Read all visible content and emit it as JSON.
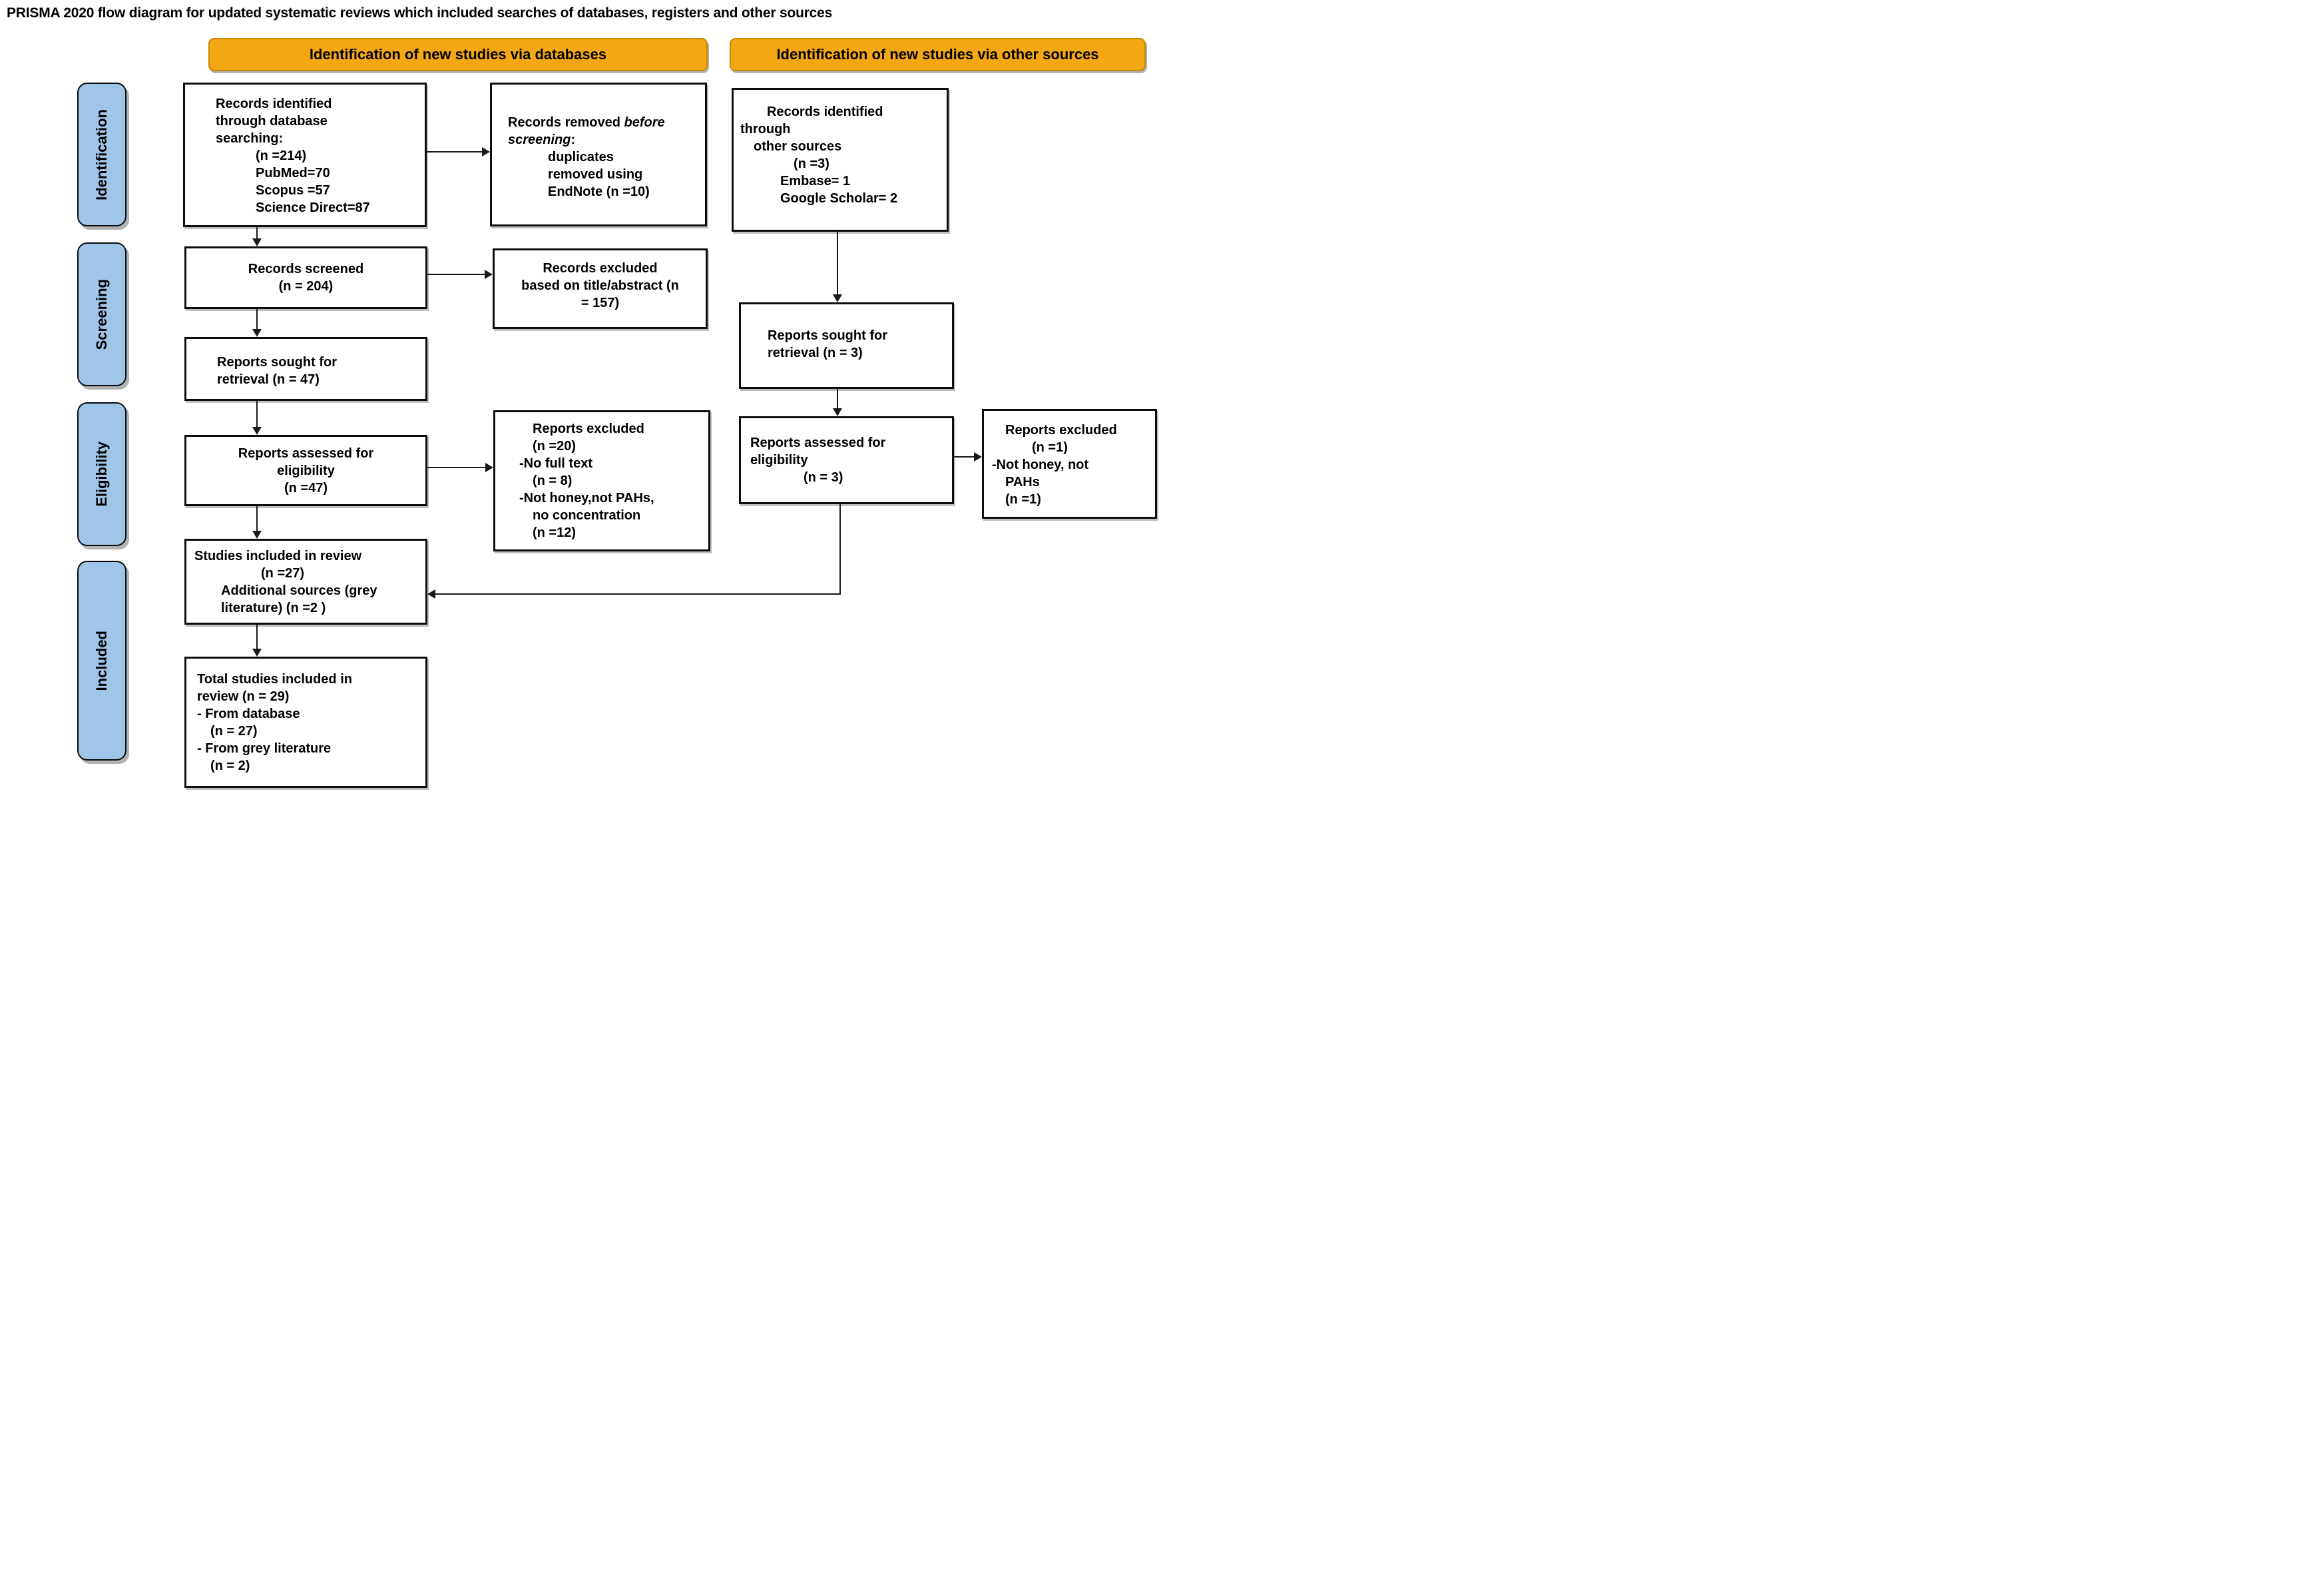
{
  "title": "PRISMA 2020 flow diagram for updated systematic reviews which included searches of databases, registers and other sources",
  "banners": [
    {
      "id": "databases",
      "label": "Identification of new studies via databases"
    },
    {
      "id": "other_sources",
      "label": "Identification of new studies via other sources"
    }
  ],
  "stages": [
    "Identification",
    "Screening",
    "Eligibility",
    "Included"
  ],
  "boxes": {
    "records_db": {
      "lines": [
        {
          "t": "Records identified"
        },
        {
          "t": "through database"
        },
        {
          "t": "searching:"
        },
        {
          "t": "(n =214)",
          "in": 3
        },
        {
          "t": "PubMed=70",
          "in": 3
        },
        {
          "t": "Scopus =57",
          "in": 3
        },
        {
          "t": "Science Direct=87",
          "in": 3
        }
      ]
    },
    "records_removed": {
      "lines": [
        {
          "segs": [
            {
              "t": "Records removed "
            },
            {
              "t": "before",
              "i": true
            }
          ]
        },
        {
          "segs": [
            {
              "t": "screening",
              "i": true
            },
            {
              "t": ":"
            }
          ]
        },
        {
          "t": "duplicates",
          "in": 3
        },
        {
          "t": "removed using",
          "in": 3
        },
        {
          "t": "EndNote (n =10)",
          "in": 3
        }
      ]
    },
    "records_other": {
      "lines": [
        {
          "t": "Records identified",
          "in": 2
        },
        {
          "t": "through"
        },
        {
          "t": "other sources",
          "in": 1
        },
        {
          "t": "(n =3)",
          "in": 4
        },
        {
          "t": "Embase= 1",
          "in": 3
        },
        {
          "t": "Google Scholar= 2",
          "in": 3
        }
      ]
    },
    "records_screened": {
      "lines": [
        {
          "t": "Records screened"
        },
        {
          "t": "(n = 204)"
        }
      ]
    },
    "records_excluded": {
      "lines": [
        {
          "t": "Records excluded"
        },
        {
          "t": "based on title/abstract (n"
        },
        {
          "t": "= 157)"
        }
      ]
    },
    "reports_sought_db": {
      "lines": [
        {
          "t": "Reports sought for"
        },
        {
          "t": "retrieval (n = 47)"
        }
      ]
    },
    "reports_assessed_db": {
      "lines": [
        {
          "t": "Reports assessed for"
        },
        {
          "t": "eligibility"
        },
        {
          "t": "(n =47)"
        }
      ]
    },
    "reports_excluded_db": {
      "lines": [
        {
          "t": "Reports excluded",
          "in": 1
        },
        {
          "t": "(n =20)",
          "in": 1
        },
        {
          "t": "-No full text"
        },
        {
          "t": "(n = 8)",
          "in": 1
        },
        {
          "t": "-Not honey,not PAHs,"
        },
        {
          "t": "no concentration",
          "in": 1
        },
        {
          "t": "(n =12)",
          "in": 1
        }
      ]
    },
    "studies_included": {
      "lines": [
        {
          "t": "Studies included in review"
        },
        {
          "t": "(n =27)",
          "in": 5
        },
        {
          "t": "Additional sources (grey",
          "in": 2
        },
        {
          "t": "literature) (n =2 )",
          "in": 2
        }
      ]
    },
    "total_included": {
      "lines": [
        {
          "t": "Total studies included in"
        },
        {
          "t": "review (n = 29)"
        },
        {
          "t": "- From database"
        },
        {
          "t": "(n = 27)",
          "in": 1
        },
        {
          "t": "- From grey literature"
        },
        {
          "t": "(n = 2)",
          "in": 1
        }
      ]
    },
    "reports_sought_other": {
      "lines": [
        {
          "t": "Reports sought for"
        },
        {
          "t": "retrieval (n = 3)"
        }
      ]
    },
    "reports_assessed_other": {
      "lines": [
        {
          "t": "Reports assessed for"
        },
        {
          "t": "eligibility"
        },
        {
          "t": "(n = 3)",
          "in": 4
        }
      ]
    },
    "reports_excluded_other": {
      "lines": [
        {
          "t": "Reports excluded",
          "in": 1
        },
        {
          "t": "(n =1)",
          "in": 3
        },
        {
          "t": "-Not honey, not"
        },
        {
          "t": "PAHs",
          "in": 1
        },
        {
          "t": "(n =1)",
          "in": 1
        }
      ]
    }
  },
  "colors": {
    "banner_fill": "#F3A712",
    "banner_border": "#C58A00",
    "stage_fill": "#9FC5E8",
    "line": "#1A1A1A"
  }
}
